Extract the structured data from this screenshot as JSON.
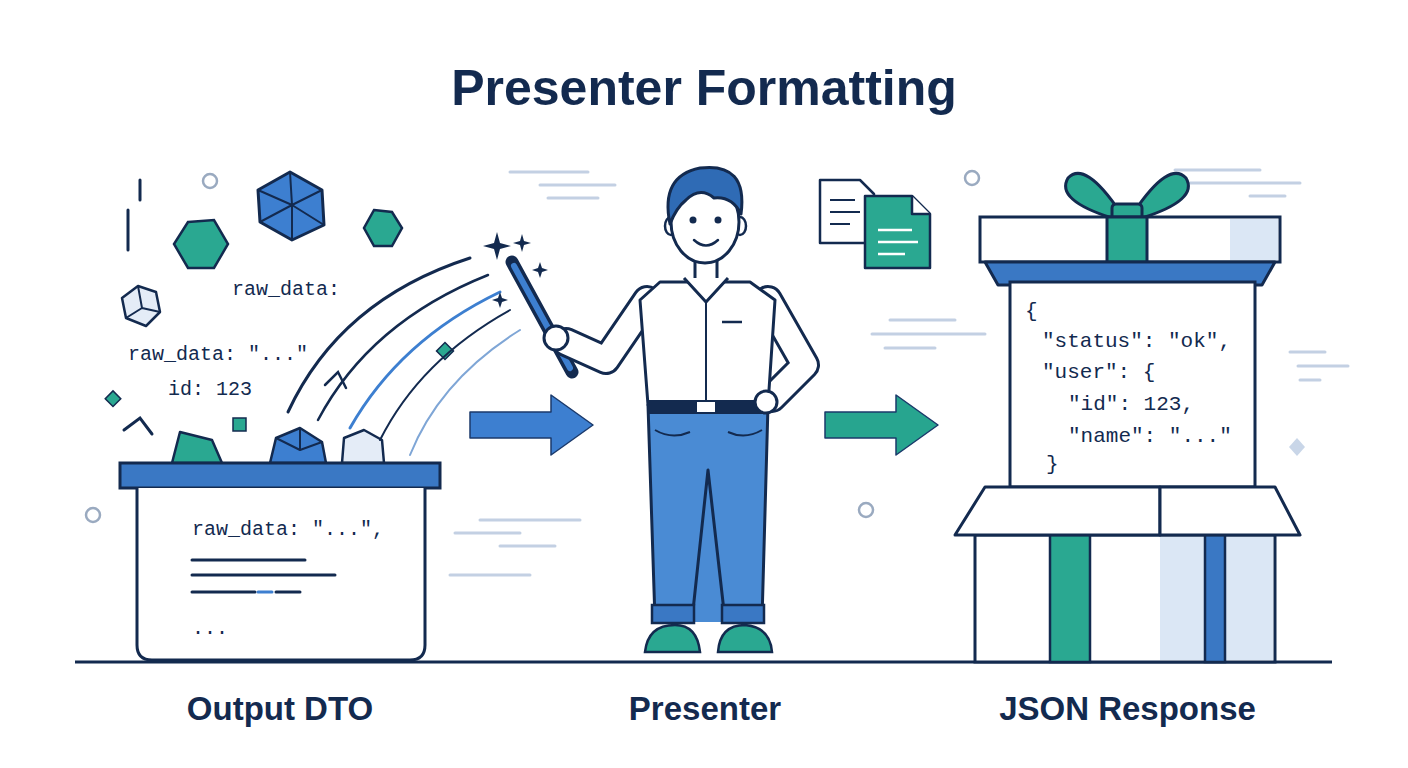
{
  "diagram": {
    "title": "Presenter Formatting",
    "nodes": [
      {
        "text": [
          "raw_data: \"...\",",
          "...",
          "Output DTO"
        ]
      },
      {
        "text": [
          "Presenter"
        ]
      },
      {
        "text": [
          "{",
          "\"status\": \"ok\",",
          "\"user\": {",
          "\"id\": 123,",
          "\"name\": \"...\"",
          "}",
          "JSON Response"
        ]
      }
    ],
    "edges": [
      {
        "from": 0,
        "to": 1,
        "arrow": "to"
      },
      {
        "from": 1,
        "to": 2,
        "arrow": "to"
      }
    ],
    "labels": [
      "raw_data:",
      "raw_data: \"...\"",
      "id: 123"
    ]
  }
}
